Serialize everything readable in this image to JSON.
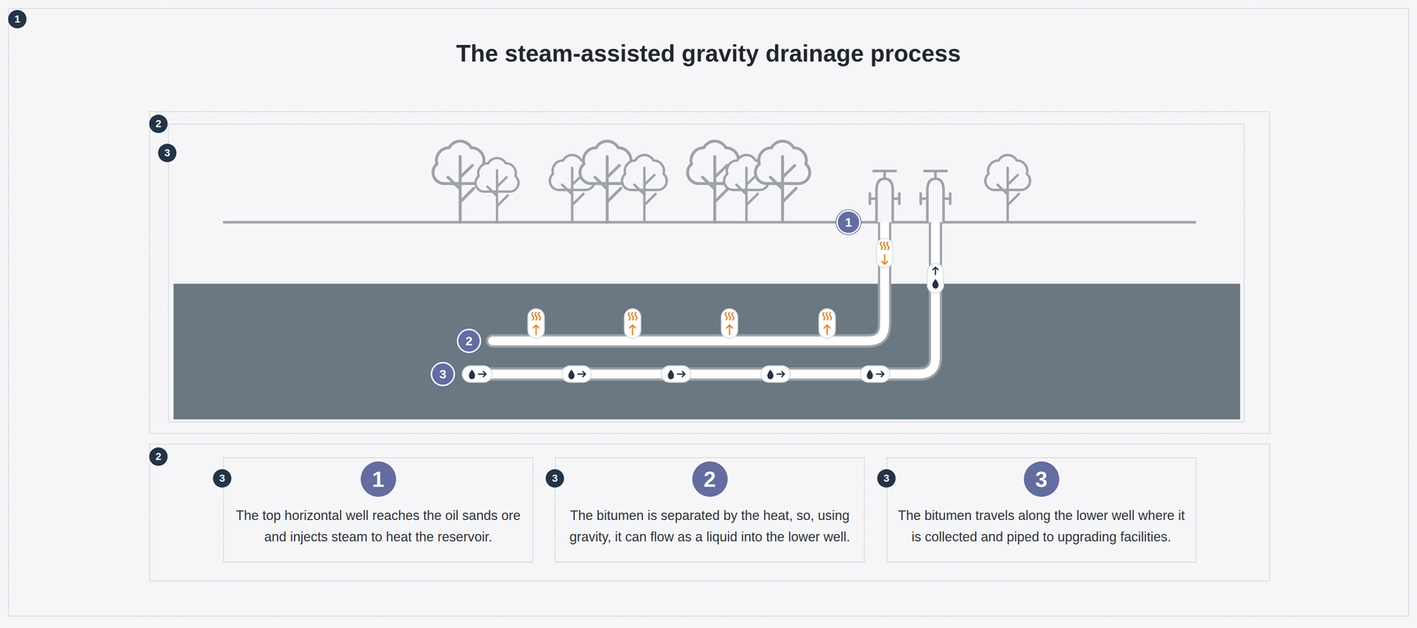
{
  "diagram": {
    "title": "The steam-assisted gravity drainage process",
    "nodes": [
      {
        "text": [
          "1",
          "The top horizontal well reaches the oil sands ore and injects steam to heat the reservoir."
        ]
      },
      {
        "text": [
          "2",
          "The bitumen is separated by the heat, so, using gravity, it can flow as a liquid into the lower well."
        ]
      },
      {
        "text": [
          "3",
          "The bitumen travels along the lower well where it is collected and piped to upgrading facilities."
        ]
      }
    ],
    "labels": [
      "1",
      "2",
      "3",
      "1",
      "2",
      "3",
      "2",
      "3",
      "3",
      "3"
    ]
  }
}
